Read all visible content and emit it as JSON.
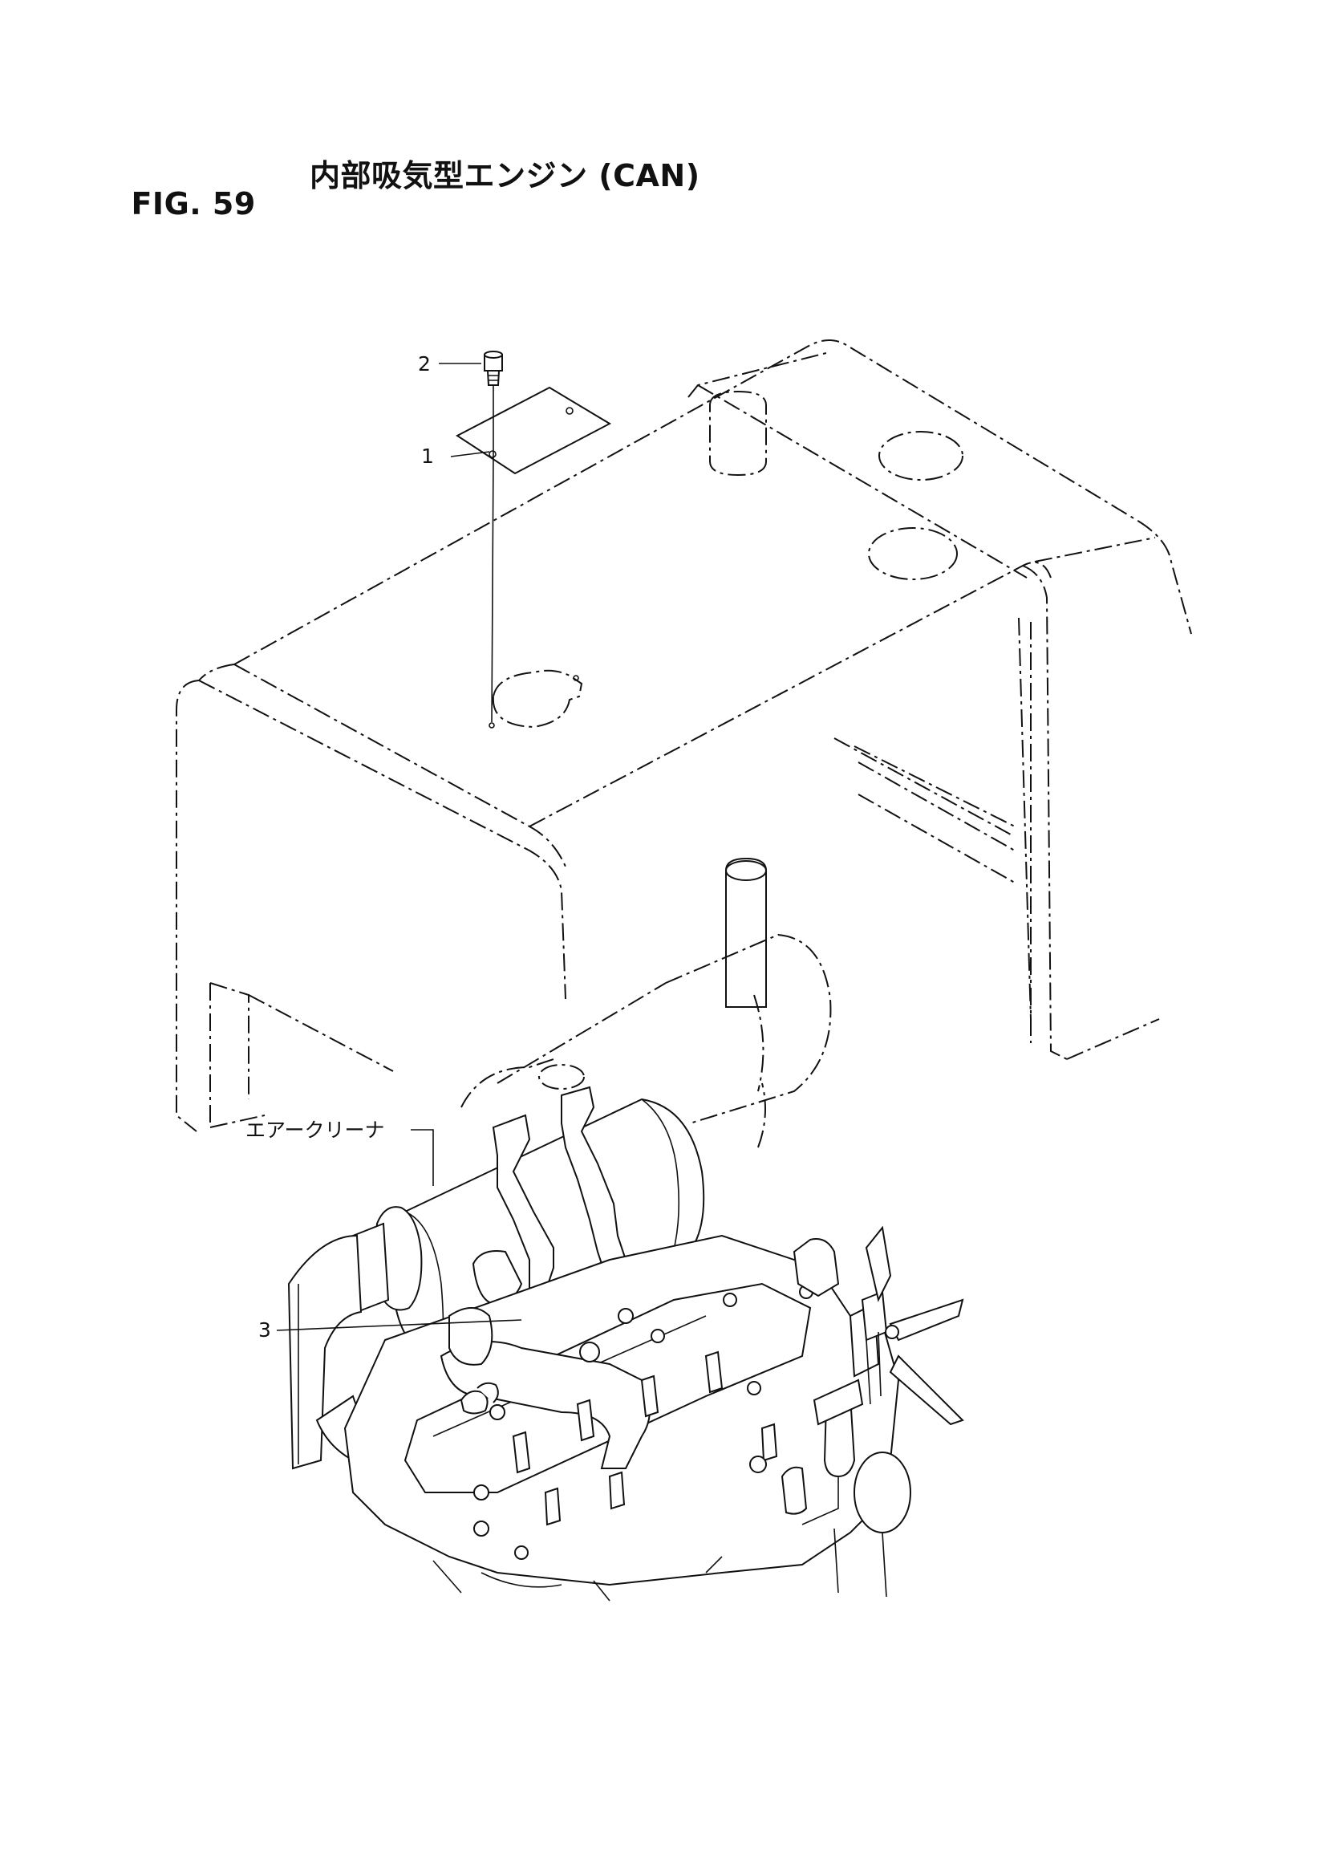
{
  "figure": {
    "number": "FIG. 59",
    "name": "内部吸気型エンジン (CAN)"
  },
  "callouts": [
    {
      "id": "1",
      "label": "1"
    },
    {
      "id": "2",
      "label": "2"
    },
    {
      "id": "3",
      "label": "3"
    }
  ],
  "part_labels": {
    "air_cleaner": "エアークリーナ"
  }
}
